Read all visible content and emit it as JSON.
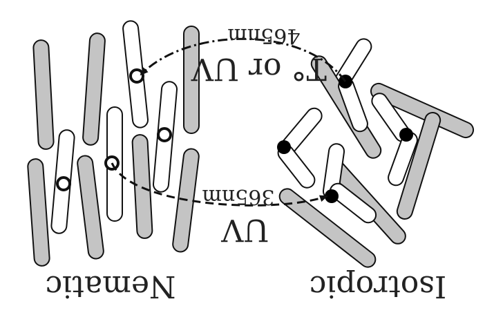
{
  "labels": {
    "nematic": "Nematic",
    "isotropic": "Isotropic",
    "uv_top": "UV",
    "wavelength_top": "365nm",
    "reverse": "T° or UV",
    "wavelength_reverse": "465nm"
  },
  "colors": {
    "rod_gray": "#c4c4c4",
    "rod_white": "#ffffff",
    "line": "#111111"
  },
  "icons": {
    "trans_isomer": "open-circle-marker",
    "cis_isomer": "filled-circle-marker"
  }
}
